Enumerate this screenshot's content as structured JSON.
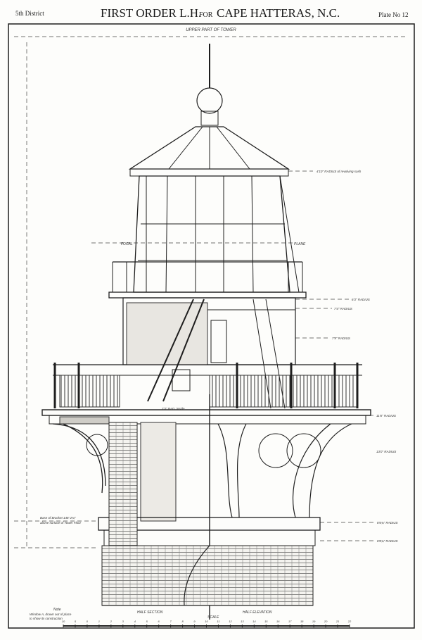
{
  "header": {
    "district": "5th District",
    "title_a": "FIRST ORDER L.H.",
    "title_for": "FOR",
    "title_b": "CAPE HATTERAS, N.C.",
    "plate": "Plate No 12",
    "subtitle": "UPPER PART OF TOWER"
  },
  "labels": {
    "focal": "FOCAL",
    "plane": "PLANE",
    "r1": "4'10\" RADIUS of revolving sash",
    "r2": "6'3\" RADIUS",
    "r3": "7'4\" RADIUS",
    "r4": "7'9\" RADIUS",
    "r5": "11'6\" RADIUS",
    "r6": "13'0\" RADIUS",
    "r7": "8'6¾\" RADIUS",
    "r8": "8'8¾\" RADIUS",
    "inner": "7'3\" RAD. inside",
    "bracket1": "Base of Bracket 148' 2¾\"",
    "bracket2": "above surface of Tower Floor",
    "note_title": "Note",
    "note1": "Window A, drawn out of place",
    "note2": "to show its construction",
    "half_section": "HALF SECTION",
    "half_elevation": "HALF ELEVATION",
    "scale": "SCALE"
  },
  "scale_ticks": [
    "10",
    "5",
    "0",
    "1",
    "2",
    "3",
    "4",
    "5",
    "6",
    "7",
    "8",
    "9",
    "10",
    "11",
    "12",
    "13",
    "14",
    "15",
    "16",
    "17",
    "18",
    "19",
    "20",
    "21",
    "22"
  ]
}
